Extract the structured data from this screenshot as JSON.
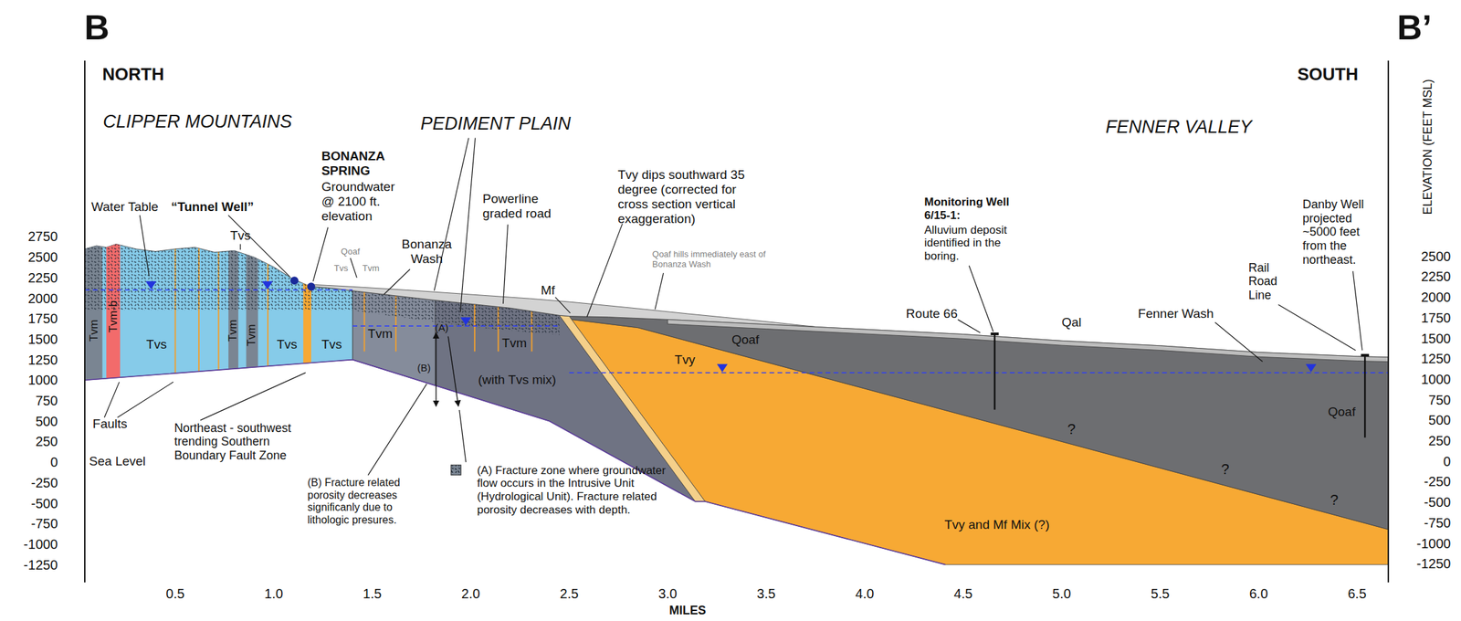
{
  "diagram": {
    "labels": [
      "B",
      "B’",
      "NORTH",
      "SOUTH",
      "CLIPPER MOUNTAINS",
      "PEDIMENT PLAIN",
      "FENNER VALLEY",
      "ELEVATION (FEET MSL)",
      "Water Table",
      "“Tunnel Well”",
      "Tvs",
      "BONANZA SPRING",
      "Groundwater @ 2100 ft. elevation",
      "Qoaf",
      "Tvs",
      "Tvm",
      "Bonanza Wash",
      "Powerline graded road",
      "Tvy dips southward 35 degree (corrected for cross section vertical exaggeration)",
      "Mf",
      "Qoaf hills immediately east of Bonanza Wash",
      "Monitoring Well 6/15-1:",
      "Alluvium deposit identified in the boring.",
      "Route 66",
      "Qal",
      "Fenner Wash",
      "Rail Road Line",
      "Danby Well projected ~5000 feet from the northeast.",
      "Tvm",
      "Tvm-b",
      "Tvs",
      "Tvm",
      "Tvm",
      "Tvs",
      "Tvs",
      "Tvm",
      "Tvm",
      "(with Tvs mix)",
      "Tvy",
      "Qoaf",
      "Qoaf",
      "Tvy and Mf Mix (?)",
      "?",
      "?",
      "?",
      "(B)",
      "(A)",
      "Faults",
      "Northeast - southwest trending Southern Boundary Fault Zone",
      "Sea Level",
      "(B) Fracture related porosity decreases significanly due to lithologic presures.",
      "(A) Fracture zone where groundwater flow occurs in the Intrusive Unit (Hydrological Unit). Fracture related porosity decreases with depth.",
      "2750",
      "2500",
      "2250",
      "2000",
      "1750",
      "1500",
      "1250",
      "1000",
      "750",
      "500",
      "250",
      "0",
      "-250",
      "-500",
      "-750",
      "-1000",
      "-1250",
      "2500",
      "2250",
      "2000",
      "1750",
      "1500",
      "1250",
      "1000",
      "750",
      "500",
      "250",
      "0",
      "-250",
      "-500",
      "-750",
      "-1000",
      "-1250",
      "0.5",
      "1.0",
      "1.5",
      "2.0",
      "2.5",
      "3.0",
      "3.5",
      "4.0",
      "4.5",
      "5.0",
      "5.5",
      "6.0",
      "6.5",
      "MILES"
    ]
  }
}
